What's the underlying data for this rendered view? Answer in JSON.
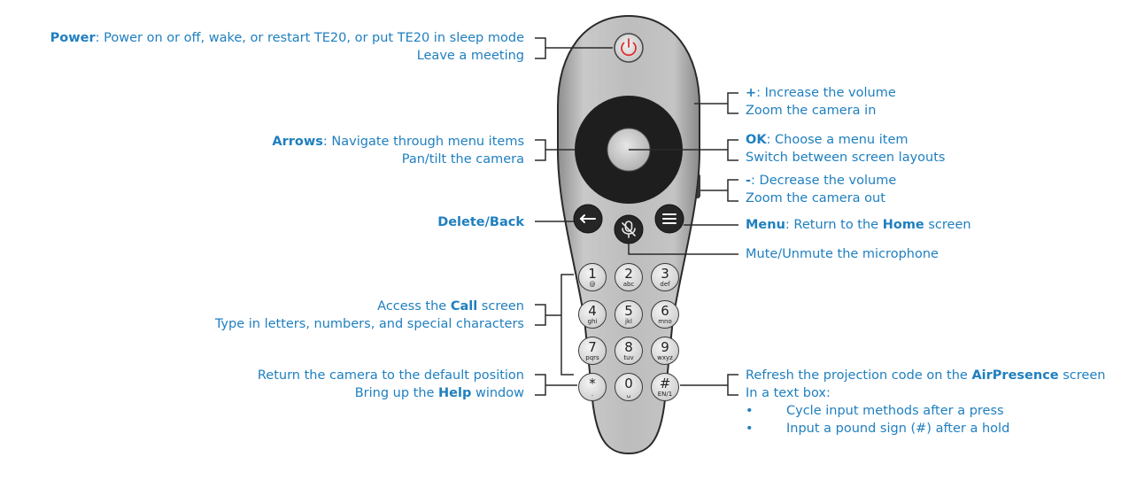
{
  "labels": {
    "power_b": "Power",
    "power_t1": ": Power on or off, wake, or restart TE20, or put TE20 in sleep mode",
    "power_t2": "Leave a meeting",
    "vol_up_b": "+",
    "vol_up_t1": ": Increase the volume",
    "vol_up_t2": "Zoom the camera in",
    "arrows_b": "Arrows",
    "arrows_t1": ": Navigate through menu items",
    "arrows_t2": "Pan/tilt the camera",
    "ok_b": "OK",
    "ok_t1": ": Choose a menu item",
    "ok_t2": "Switch between screen layouts",
    "vol_down_b": "-",
    "vol_down_t1": ": Decrease the volume",
    "vol_down_t2": "Zoom the camera out",
    "delete": "Delete/Back",
    "menu_b": "Menu",
    "menu_t1": ": Return to the ",
    "menu_b2": "Home",
    "menu_t2": " screen",
    "mute": "Mute/Unmute the microphone",
    "call_t1": "Access the ",
    "call_b": "Call",
    "call_t2": " screen",
    "call_t3": "Type in letters, numbers, and special characters",
    "star_t1": "Return the camera to the default position",
    "star_t2": "Bring up the ",
    "star_b": "Help",
    "star_t3": " window",
    "hash_t1": "Refresh the projection code on the ",
    "hash_b": "AirPresence",
    "hash_t2": " screen",
    "hash_t3": "In a text box:",
    "hash_bullet": "•",
    "hash_i1": "Cycle input methods after a press",
    "hash_i2": "Input a pound sign (#) after a hold"
  },
  "keypad": [
    {
      "d": "1",
      "s": "@"
    },
    {
      "d": "2",
      "s": "abc"
    },
    {
      "d": "3",
      "s": "def"
    },
    {
      "d": "4",
      "s": "ghi"
    },
    {
      "d": "5",
      "s": "jkl"
    },
    {
      "d": "6",
      "s": "mno"
    },
    {
      "d": "7",
      "s": "pqrs"
    },
    {
      "d": "8",
      "s": "tuv"
    },
    {
      "d": "9",
      "s": "wxyz"
    },
    {
      "d": "*",
      "s": "."
    },
    {
      "d": "0",
      "s": "␣"
    },
    {
      "d": "#",
      "s": "EN/1"
    }
  ],
  "colors": {
    "label_text": "#1f7fbf",
    "remote_body": "#b8b8b8",
    "remote_outline": "#2a2a2a",
    "power_symbol": "#e03030",
    "dpad": "#1e1e1e"
  },
  "icons": [
    "power-icon",
    "back-arrow-icon",
    "menu-lines-icon",
    "mic-mute-icon"
  ]
}
